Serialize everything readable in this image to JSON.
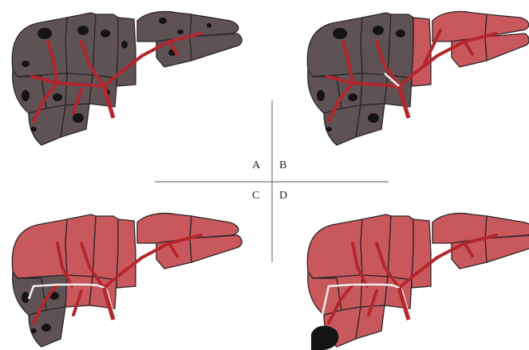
{
  "panels": [
    {
      "label": "A",
      "diseased_segments": "all",
      "catheter": "none",
      "mass": false
    },
    {
      "label": "B",
      "diseased_segments": "right-liver",
      "catheter": "portal-branch",
      "mass": false
    },
    {
      "label": "C",
      "diseased_segments": "right-inferior",
      "catheter": "portal-trunk",
      "mass": false
    },
    {
      "label": "D",
      "diseased_segments": "none",
      "catheter": "portal-trunk",
      "mass": true
    }
  ],
  "colors": {
    "diseased_tissue": "#5f5255",
    "healthy_tissue": "#c9585c",
    "portal_vessel": "#b3262c",
    "outline": "#2a2527",
    "tumor": "#141414",
    "catheter": "#eeeeee",
    "axis_line": "#777777"
  }
}
